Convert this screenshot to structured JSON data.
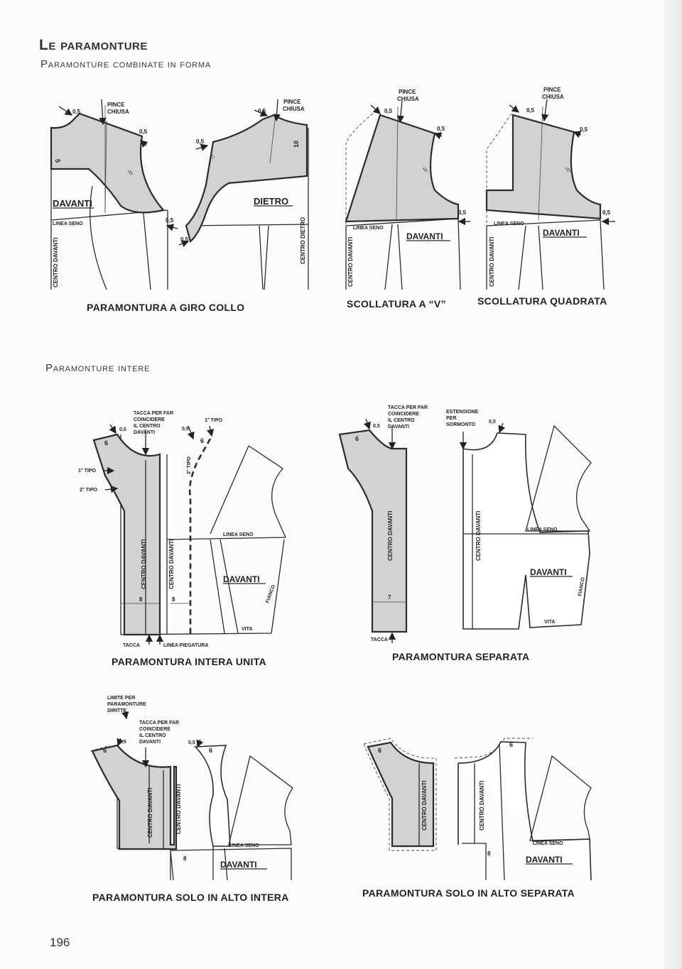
{
  "page": {
    "title": "Le paramonture",
    "subtitle_1": "Paramonture combinate in forma",
    "subtitle_2": "Paramonture intere",
    "page_number": "196"
  },
  "labels": {
    "pince_chiusa": "PINCE CHIUSA",
    "pince": "PINCE",
    "chiusa": "CHIUSA",
    "davanti": "DAVANTI",
    "dietro": "DIETRO",
    "linea_seno": "LINEA SENO",
    "centro_davanti": "CENTRO DAVANTI",
    "centro_dietro": "CENTRO DIETRO",
    "half_cm": "0,5",
    "five": "5",
    "ten": "10",
    "six": "6",
    "seven": "7",
    "eight": "8",
    "tacca_line1": "TACCA PER FAR",
    "tacca_line2": "COINCIDERE",
    "tacca_line3": "IL CENTRO",
    "tacca_line4": "DAVANTI",
    "tipo_1": "1° TIPO",
    "tipo_2": "2° TIPO",
    "tacca": "TACCA",
    "linea_piegatura": "LINEA PIEGATURA",
    "fianco": "FIANCO",
    "vita": "VITA",
    "estensione_line1": "ESTENSIONE",
    "estensione_line2": "PER",
    "estensione_line3": "SORMONTO",
    "limite_line1": "LIMITE PER",
    "limite_line2": "PARAMONTURE",
    "limite_line3": "DIRITTE"
  },
  "captions": {
    "giro_collo": "PARAMONTURA A GIRO COLLO",
    "scollatura_v": "SCOLLATURA A “V”",
    "scollatura_quadrata": "SCOLLATURA QUADRATA",
    "intera_unita": "PARAMONTURA INTERA UNITA",
    "separata": "PARAMONTURA  SEPARATA",
    "alto_intera": "PARAMONTURA SOLO IN ALTO INTERA",
    "alto_separata": "PARAMONTURA  SOLO IN ALTO SEPARATA"
  }
}
